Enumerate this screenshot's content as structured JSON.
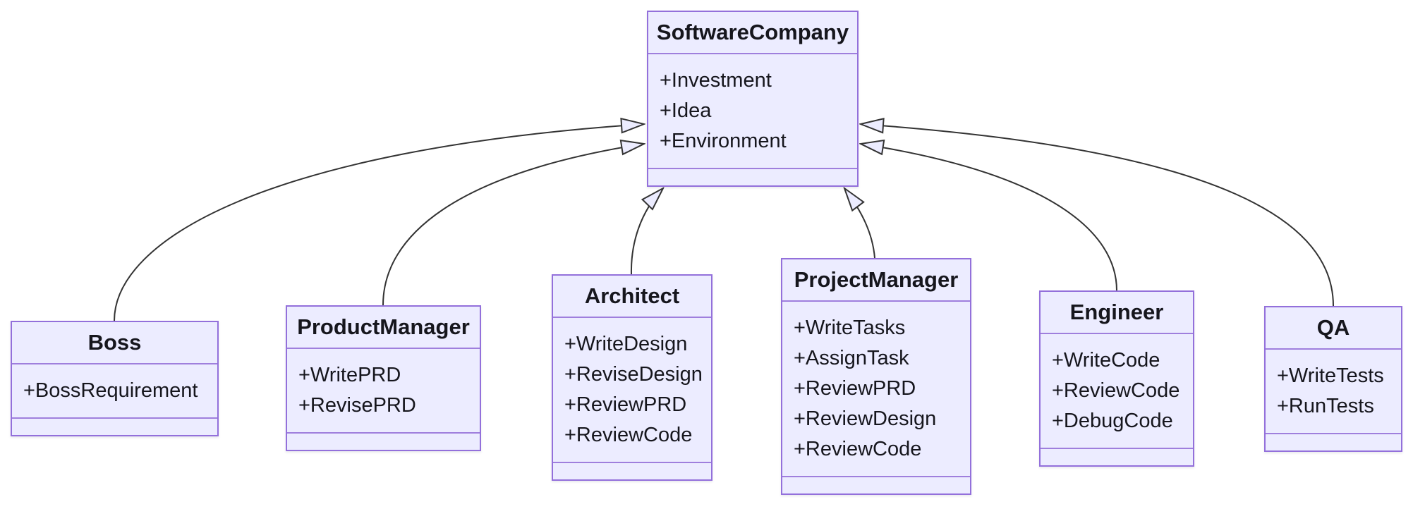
{
  "diagram": {
    "kind": "uml-class-diagram",
    "colors": {
      "node_fill": "#ECECFF",
      "node_border": "#9370DB",
      "divider": "#9f7fdd",
      "edge_line": "#333333",
      "arrowhead_fill": "#ECECFF",
      "text": "#16161d",
      "background": "#ffffff"
    },
    "classes": [
      {
        "name": "SoftwareCompany",
        "members": [
          "+Investment",
          "+Idea",
          "+Environment"
        ]
      },
      {
        "name": "Boss",
        "members": [
          "+BossRequirement"
        ]
      },
      {
        "name": "ProductManager",
        "members": [
          "+WritePRD",
          "+RevisePRD"
        ]
      },
      {
        "name": "Architect",
        "members": [
          "+WriteDesign",
          "+ReviseDesign",
          "+ReviewPRD",
          "+ReviewCode"
        ]
      },
      {
        "name": "ProjectManager",
        "members": [
          "+WriteTasks",
          "+AssignTask",
          "+ReviewPRD",
          "+ReviewDesign",
          "+ReviewCode"
        ]
      },
      {
        "name": "Engineer",
        "members": [
          "+WriteCode",
          "+ReviewCode",
          "+DebugCode"
        ]
      },
      {
        "name": "QA",
        "members": [
          "+WriteTests",
          "+RunTests"
        ]
      }
    ],
    "relations": [
      {
        "from": "Boss",
        "to": "SoftwareCompany",
        "type": "inheritance"
      },
      {
        "from": "ProductManager",
        "to": "SoftwareCompany",
        "type": "inheritance"
      },
      {
        "from": "Architect",
        "to": "SoftwareCompany",
        "type": "inheritance"
      },
      {
        "from": "ProjectManager",
        "to": "SoftwareCompany",
        "type": "inheritance"
      },
      {
        "from": "Engineer",
        "to": "SoftwareCompany",
        "type": "inheritance"
      },
      {
        "from": "QA",
        "to": "SoftwareCompany",
        "type": "inheritance"
      }
    ]
  }
}
